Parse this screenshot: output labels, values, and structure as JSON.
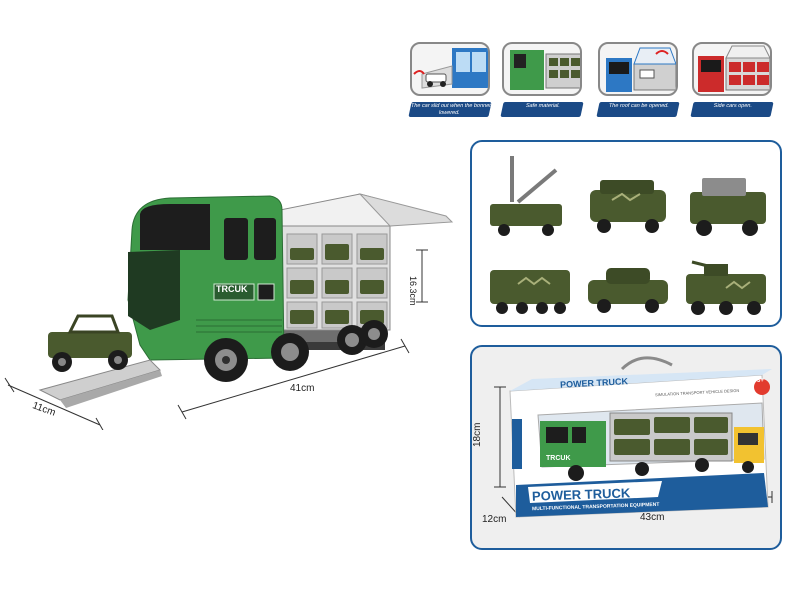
{
  "features": [
    {
      "caption": "The car slid out when the bonnet lowered."
    },
    {
      "caption": "Safe material."
    },
    {
      "caption": "The roof can be opened."
    },
    {
      "caption": "Side cars open."
    }
  ],
  "truck": {
    "logo": "TRCUK",
    "dimensions": {
      "length": "41cm",
      "width": "11cm",
      "height": "16.3cm"
    }
  },
  "vehicles": {
    "items": [
      "ladder-truck",
      "suv-camo",
      "jeep",
      "armored-bus",
      "sedan",
      "tank-truck"
    ]
  },
  "package": {
    "title": "POWER TRUCK",
    "subtitle": "MULTI-FUNCTIONAL TRANSPORTATION EQUIPMENT",
    "top_banner": "POWER TRUCK",
    "age": "3+",
    "strip_text": "SIMULATION TRANSPORT VEHICLE DESIGN",
    "logo": "TRCUK",
    "dimensions": {
      "height": "18cm",
      "width": "43cm",
      "depth": "12cm"
    }
  },
  "colors": {
    "truck_green": "#3f9a4a",
    "army": "#4a5a2e",
    "frame_blue": "#1e5d9c",
    "caption_blue": "#1b4a86"
  }
}
